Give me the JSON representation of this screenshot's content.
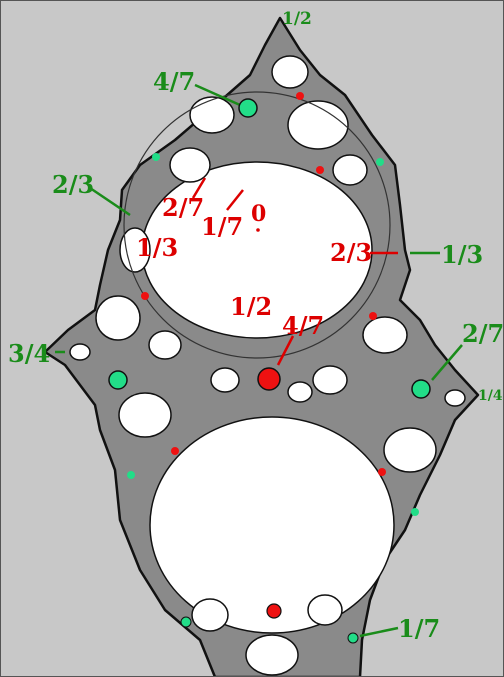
{
  "colors": {
    "background": "#c8c8c8",
    "fractal_fill": "#ffffff",
    "fractal_edge": "#111111",
    "green": "#1a8c1a",
    "red": "#dd0000",
    "green_point": "#22dd88",
    "red_point": "#ee1111",
    "circle": "#333333"
  },
  "labels": {
    "top_half": "1/2",
    "top_four_sevenths": "4/7",
    "left_two_thirds": "2/3",
    "inner_two_sevenths": "2/7",
    "inner_one_third": "1/3",
    "inner_one_seventh": "1/7",
    "inner_zero": "0",
    "inner_two_thirds": "2/3",
    "right_one_third": "1/3",
    "inner_one_half": "1/2",
    "inner_four_sevenths": "4/7",
    "left_three_quarters": "3/4",
    "right_two_sevenths": "2/7",
    "right_one_quarter": "1/4",
    "bottom_one_seventh": "1/7"
  }
}
